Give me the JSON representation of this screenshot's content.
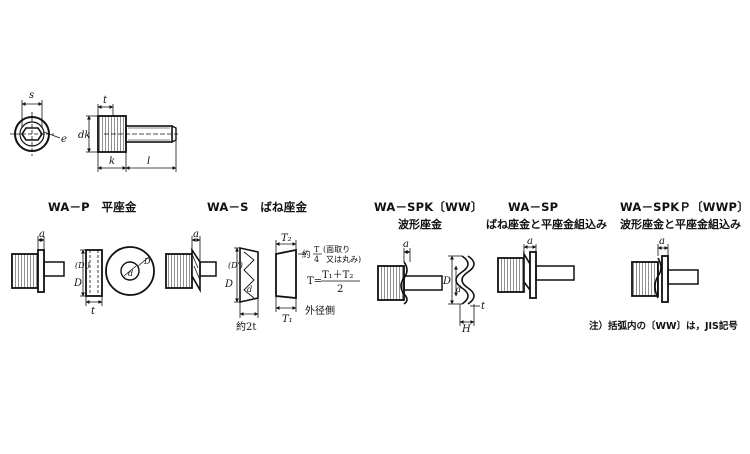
{
  "dims": {
    "s": "s",
    "e": "e",
    "dk": "dk",
    "t": "t",
    "k": "k",
    "l": "l",
    "a": "a",
    "d": "d",
    "D": "D",
    "Dp": "(D')",
    "T2": "T₂",
    "T1": "T₁",
    "H": "H",
    "two_t": "約2t"
  },
  "captions": {
    "wa_p": "WA－P　平座金",
    "wa_s": "WA－S　ばね座金",
    "wa_spk_1": "WA－SPK〔WW〕",
    "wa_spk_2": "波形座金",
    "wa_sp_1": "WA－SP",
    "wa_sp_2": "ばね座金と平座金組込み",
    "wa_spkp_1": "WA－SPKＰ〔WWP〕",
    "wa_spkp_2": "波形座金と平座金組込み"
  },
  "spring_washer": {
    "chamfer_prefix": "約",
    "chamfer_frac_num": "T",
    "chamfer_frac_den": "4",
    "chamfer_note_1": "(面取り",
    "chamfer_note_2": "又は丸み)",
    "formula_lhs": "T=",
    "formula_num": "T₁＋T₂",
    "formula_den": "2",
    "outer_side": "外径側"
  },
  "footnote": "注）括弧内の〔WW〕は，JIS記号"
}
